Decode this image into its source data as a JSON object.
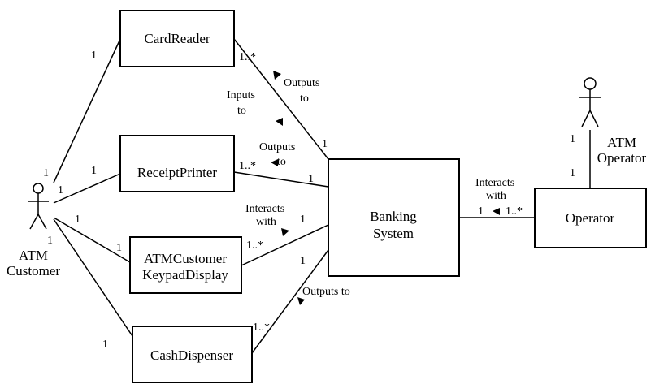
{
  "classes": {
    "card_reader": "CardReader",
    "receipt_printer": "ReceiptPrinter",
    "keypad_display": [
      "ATMCustomer",
      "KeypadDisplay"
    ],
    "cash_dispenser": "CashDispenser",
    "banking_system": [
      "Banking",
      "System"
    ],
    "operator": "Operator"
  },
  "actors": {
    "customer": [
      "ATM",
      "Customer"
    ],
    "operator": [
      "ATM",
      "Operator"
    ]
  },
  "associations": {
    "card_reader": {
      "role_a": "Outputs",
      "role_b": "to",
      "role_c": "Inputs",
      "role_d": "to",
      "mult_customer": "1",
      "mult_device": "1..*",
      "mult_system": "1"
    },
    "receipt_printer": {
      "role_a": "Outputs",
      "role_b": "to",
      "mult_customer_a": "1",
      "mult_customer_b": "1",
      "mult_device": "1..*",
      "mult_system": "1"
    },
    "keypad_display": {
      "role_a": "Interacts",
      "role_b": "with",
      "mult_customer_a": "1",
      "mult_customer_b": "1",
      "mult_device_a": "1",
      "mult_device_b": "1..*",
      "mult_system": "1"
    },
    "cash_dispenser": {
      "role": "Outputs to",
      "mult_customer": "1",
      "mult_device": "1..*",
      "mult_system": "1"
    },
    "operator": {
      "role_a": "Interacts",
      "role_b": "with",
      "mult_system": "1",
      "mult_operator": "1..*",
      "mult_actor_a": "1",
      "mult_actor_b": "1"
    }
  }
}
